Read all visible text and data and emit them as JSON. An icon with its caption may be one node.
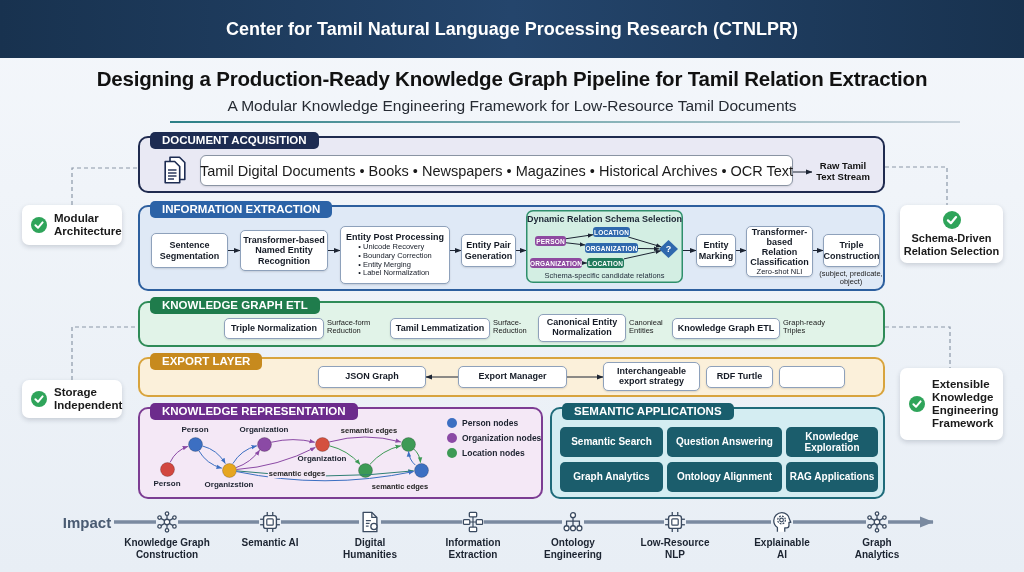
{
  "diagram": {
    "title": "Designing a Production-Ready Knowledge Graph Pipeline for Tamil Relation Extraction",
    "nodes": [
      {
        "text": [
          "DOCUMENT ACQUISITION"
        ]
      },
      {
        "text": [
          "Tamil Digital Documents • Books • Newspapers • Magazines • Historical Archives • OCR Text"
        ],
        "in": 0
      },
      {
        "text": [
          "Raw Tamil Text Stream"
        ],
        "in": 0
      },
      {
        "text": [
          "Modular Architecture"
        ]
      },
      {
        "text": [
          "INFORMATION EXTRACTION"
        ]
      },
      {
        "text": [
          "Sentence Segmentation"
        ],
        "in": 4
      },
      {
        "text": [
          "Transformer-based Named Entity Recognition"
        ],
        "in": 4
      },
      {
        "text": [
          "Entity Post Processing",
          "• Unicode Recovery",
          "• Boundary Correction",
          "• Entity Merging",
          "• Label Normalization"
        ],
        "in": 4
      },
      {
        "text": [
          "Entity Pair Generation"
        ],
        "in": 4
      },
      {
        "text": [
          "Dynamic Relation Schema Selection",
          "Schema-specific candidate relations"
        ],
        "in": 4
      },
      {
        "text": [
          "PERSON"
        ],
        "in": 9
      },
      {
        "text": [
          "LOCATION"
        ],
        "in": 9
      },
      {
        "text": [
          "ORGANIZATION"
        ],
        "in": 9
      },
      {
        "text": [
          "ORGANIZATION"
        ],
        "in": 9
      },
      {
        "text": [
          "LOCATION"
        ],
        "in": 9
      },
      {
        "text": [
          "?"
        ],
        "in": 9
      },
      {
        "text": [
          "Entity Marking"
        ],
        "in": 4
      },
      {
        "text": [
          "Transformer-based Relation Classification",
          "Zero-shot NLI"
        ],
        "in": 4
      },
      {
        "text": [
          "Triple Construction"
        ],
        "beside": [
          "(subject, predicate, object)"
        ],
        "in": 4
      },
      {
        "text": [
          "Schema-Driven Relation Selection"
        ]
      },
      {
        "text": [
          "KNOWLEDGE GRAPH ETL"
        ]
      },
      {
        "text": [
          "Triple Normalization"
        ],
        "beside": [
          "Surface-form Reduction"
        ],
        "in": 20
      },
      {
        "text": [
          "Tamil Lemmatization"
        ],
        "beside": [
          "Surface-Reduction"
        ],
        "in": 20
      },
      {
        "text": [
          "Canonical Entity Normalization"
        ],
        "beside": [
          "Canonieal Entities"
        ],
        "in": 20
      },
      {
        "text": [
          "Knowledge Graph ETL"
        ],
        "beside": [
          "Graph-ready Triples"
        ],
        "in": 20
      },
      {
        "text": [
          "Storage Independent"
        ]
      },
      {
        "text": [
          "EXPORT LAYER"
        ]
      },
      {
        "text": [
          "JSON Graph"
        ],
        "in": 26
      },
      {
        "text": [
          "Export Manager"
        ],
        "in": 26
      },
      {
        "text": [
          "Interchangeable export strategy"
        ],
        "in": 26
      },
      {
        "text": [
          "RDF Turtle"
        ],
        "in": 26
      },
      {
        "text": [],
        "shape": "box",
        "in": 26
      },
      {
        "text": [
          "Extensible Knowledge Engineering Framework"
        ]
      },
      {
        "text": [
          "KNOWLEDGE REPRESENTATION"
        ]
      },
      {
        "text": [],
        "shape": "circle",
        "beside": [
          "Person"
        ],
        "in": 33
      },
      {
        "text": [],
        "shape": "circle",
        "beside": [
          "Person"
        ],
        "in": 33
      },
      {
        "text": [],
        "shape": "circle",
        "beside": [
          "Organizstion"
        ],
        "in": 33
      },
      {
        "text": [],
        "shape": "circle",
        "beside": [
          "Organization"
        ],
        "in": 33
      },
      {
        "text": [],
        "shape": "circle",
        "beside": [
          "Organization"
        ],
        "in": 33
      },
      {
        "text": [],
        "shape": "circle",
        "in": 33
      },
      {
        "text": [],
        "shape": "circle",
        "in": 33
      },
      {
        "text": [],
        "shape": "circle",
        "in": 33
      },
      {
        "text": [
          "SEMANTIC APPLICATIONS"
        ]
      },
      {
        "text": [
          "Semantic Search"
        ],
        "in": 42
      },
      {
        "text": [
          "Question Answering"
        ],
        "in": 42
      },
      {
        "text": [
          "Knowledge Exploration"
        ],
        "in": 42
      },
      {
        "text": [
          "Graph Analytics"
        ],
        "in": 42
      },
      {
        "text": [
          "Ontology Alignment"
        ],
        "in": 42
      },
      {
        "text": [
          "RAG Applications"
        ],
        "in": 42
      },
      {
        "text": [
          "Impact"
        ]
      },
      {
        "text": [],
        "shape": "icon",
        "beside": [
          "Knowledge Graph Construction"
        ]
      },
      {
        "text": [],
        "shape": "icon",
        "beside": [
          "Semantic AI"
        ]
      },
      {
        "text": [],
        "shape": "icon",
        "beside": [
          "Digital Humanities"
        ]
      },
      {
        "text": [],
        "shape": "icon",
        "beside": [
          "Information Extraction"
        ]
      },
      {
        "text": [],
        "shape": "icon",
        "beside": [
          "Ontology Engineering"
        ]
      },
      {
        "text": [],
        "shape": "icon",
        "beside": [
          "Low-Resource NLP"
        ]
      },
      {
        "text": [],
        "shape": "icon",
        "beside": [
          "Explainable AI"
        ]
      },
      {
        "text": [],
        "shape": "icon",
        "beside": [
          "Graph Analytics"
        ]
      }
    ],
    "edges": [
      {
        "from": 1,
        "to": 2,
        "arrow": "to"
      },
      {
        "from": 3,
        "to": 0,
        "arrow": "none",
        "style": "dashed",
        "color": "#8c98a8"
      },
      {
        "from": 0,
        "to": 19,
        "arrow": "none",
        "style": "dashed",
        "color": "#8c98a8"
      },
      {
        "from": 5,
        "to": 6,
        "arrow": "to"
      },
      {
        "from": 6,
        "to": 7,
        "arrow": "to"
      },
      {
        "from": 7,
        "to": 8,
        "arrow": "to"
      },
      {
        "from": 8,
        "to": 9,
        "arrow": "to"
      },
      {
        "from": 10,
        "to": 11,
        "arrow": "to"
      },
      {
        "from": 10,
        "to": 12,
        "arrow": "to"
      },
      {
        "from": 13,
        "to": 14,
        "arrow": "to"
      },
      {
        "from": 11,
        "to": 15,
        "arrow": "to"
      },
      {
        "from": 12,
        "to": 15,
        "arrow": "to"
      },
      {
        "from": 14,
        "to": 15,
        "arrow": "to"
      },
      {
        "from": 9,
        "to": 16,
        "arrow": "to"
      },
      {
        "from": 16,
        "to": 17,
        "arrow": "to"
      },
      {
        "from": 17,
        "to": 18,
        "arrow": "to"
      },
      {
        "from": 25,
        "to": 20,
        "arrow": "none",
        "style": "dashed",
        "color": "#8c98a8"
      },
      {
        "from": 20,
        "to": 32,
        "arrow": "none",
        "style": "dashed",
        "color": "#8c98a8"
      },
      {
        "from": 28,
        "to": 27,
        "arrow": "to"
      },
      {
        "from": 28,
        "to": 29,
        "arrow": "to"
      },
      {
        "from": 34,
        "to": 35,
        "arrow": "to",
        "color": "#8b4aa5"
      },
      {
        "from": 35,
        "to": 36,
        "arrow": "to",
        "color": "#3c6fc2"
      },
      {
        "from": 35,
        "to": 36,
        "arrow": "to",
        "color": "#3c6fc2"
      },
      {
        "from": 36,
        "to": 37,
        "arrow": "to",
        "color": "#3c6fc2"
      },
      {
        "from": 36,
        "to": 37,
        "arrow": "to",
        "color": "#8b4aa5"
      },
      {
        "from": 37,
        "to": 38,
        "arrow": "to",
        "color": "#8b4aa5"
      },
      {
        "from": 36,
        "to": 38,
        "label": "semantic edges",
        "arrow": "to",
        "color": "#8b4aa5"
      },
      {
        "from": 38,
        "to": 40,
        "label": "semantic edges",
        "arrow": "to",
        "color": "#8b4aa5"
      },
      {
        "from": 38,
        "to": 39,
        "arrow": "to",
        "color": "#3d9a55"
      },
      {
        "from": 39,
        "to": 40,
        "arrow": "to",
        "color": "#3d9a55"
      },
      {
        "from": 40,
        "to": 41,
        "arrow": "to",
        "color": "#3d9a55"
      },
      {
        "from": 41,
        "to": 40,
        "arrow": "to",
        "color": "#3c6fc2"
      },
      {
        "from": 36,
        "to": 41,
        "arrow": "to",
        "color": "#2f7f74"
      },
      {
        "from": 36,
        "to": 41,
        "label": "semantic edges",
        "arrow": "to",
        "color": "#3c6fc2"
      },
      {
        "from": 49,
        "to": 50,
        "arrow": "none",
        "style": "thick",
        "color": "#7a8aa0"
      },
      {
        "from": 50,
        "to": 51,
        "arrow": "none",
        "style": "thick",
        "color": "#7a8aa0"
      },
      {
        "from": 51,
        "to": 52,
        "arrow": "none",
        "style": "thick",
        "color": "#7a8aa0"
      },
      {
        "from": 52,
        "to": 53,
        "arrow": "none",
        "style": "thick",
        "color": "#7a8aa0"
      },
      {
        "from": 53,
        "to": 54,
        "arrow": "none",
        "style": "thick",
        "color": "#7a8aa0"
      },
      {
        "from": 54,
        "to": 55,
        "arrow": "none",
        "style": "thick",
        "color": "#7a8aa0"
      },
      {
        "from": 55,
        "to": 56,
        "arrow": "none",
        "style": "thick",
        "color": "#7a8aa0"
      },
      {
        "from": 56,
        "to": 57,
        "arrow": "none",
        "style": "thick",
        "color": "#7a8aa0"
      },
      {
        "from": 57,
        "to": null,
        "arrow": "to",
        "style": "thick",
        "color": "#7a8aa0"
      }
    ],
    "labels": [
      "Center for Tamil Natural Language Processing Research (CTNLPR)",
      "A Modular Knowledge Engineering Framework for Low-Resource Tamil Documents"
    ],
    "legend": [
      {
        "text": "Person nodes",
        "color": "#3c6fc2"
      },
      {
        "text": "Organization nodes",
        "color": "#8b4aa5"
      },
      {
        "text": "Location nodes",
        "color": "#3d9a55"
      }
    ]
  }
}
